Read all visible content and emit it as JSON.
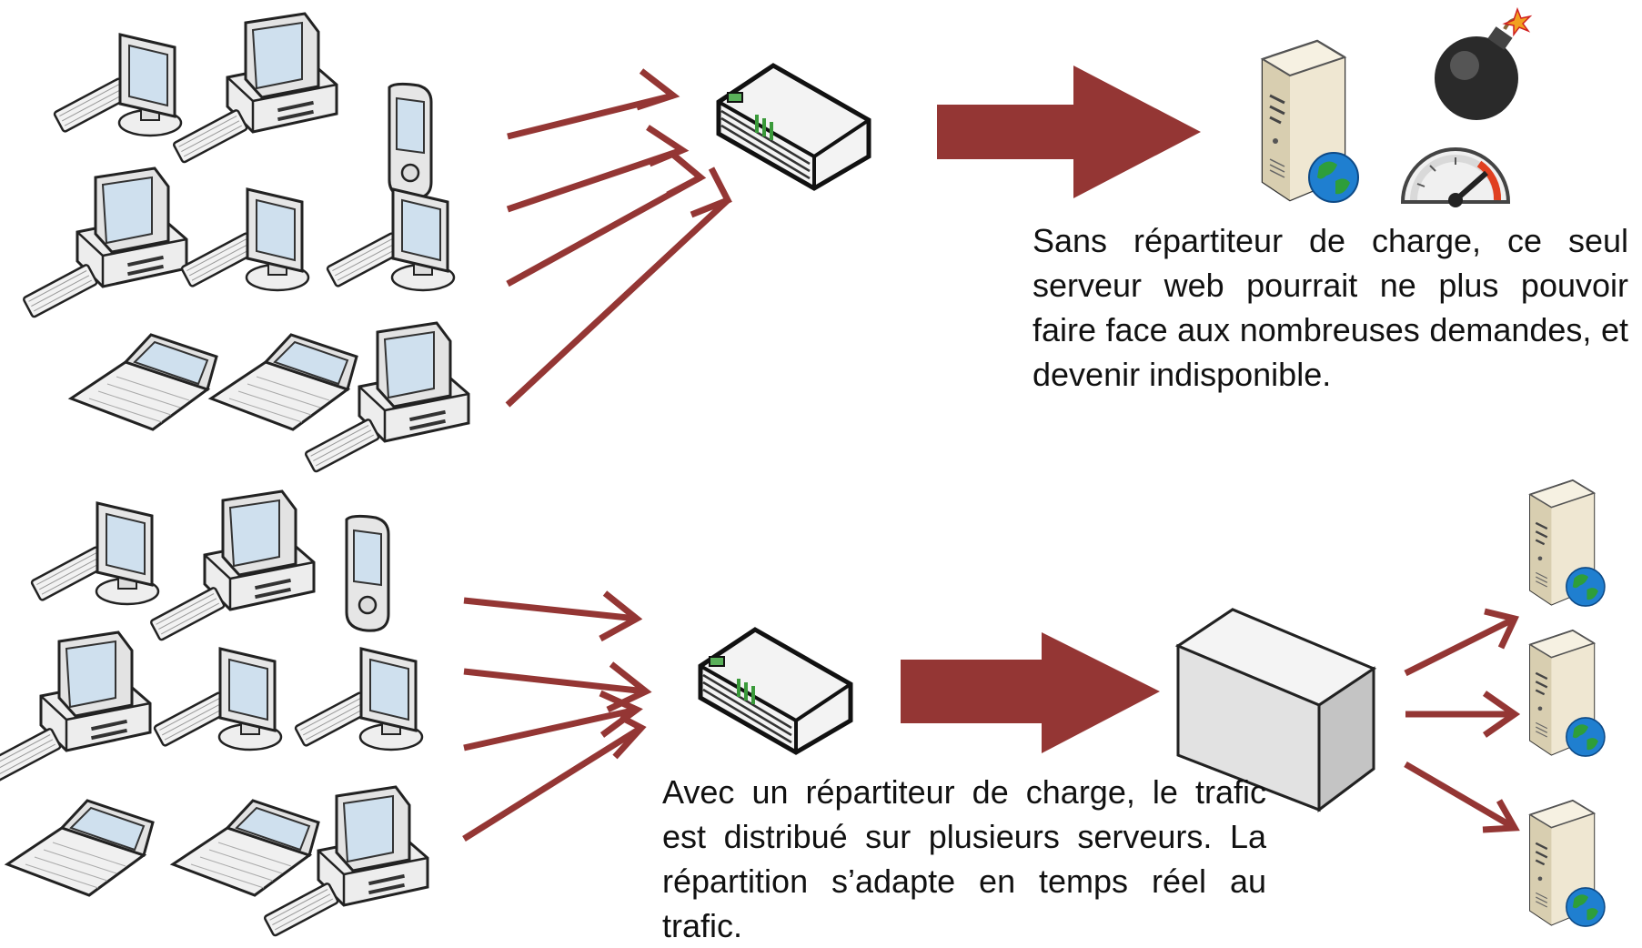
{
  "captions": {
    "without_balancer": "Sans répartiteur de charge, ce seul serveur web pourrait ne plus pouvoir faire face aux nombreuses demandes, et devenir indisponible.",
    "with_balancer": "Avec un répartiteur de charge, le trafic est distribué sur plusieurs serveurs. La répartition s’adapte en temps réel au trafic."
  },
  "colors": {
    "arrow": "#943634",
    "server_body": "#e9e0c7",
    "globe": "#1f7fd0",
    "bomb": "#2a2a2a",
    "balancer_box": "#d8d8d8"
  },
  "icons": {
    "client_devices": [
      "desktop-monitor",
      "desktop-tower",
      "pda",
      "laptop"
    ],
    "router": "router-icon",
    "web_server": "web-server-icon",
    "bomb": "bomb-icon",
    "gauge": "gauge-icon",
    "load_balancer": "load-balancer-box-icon"
  }
}
